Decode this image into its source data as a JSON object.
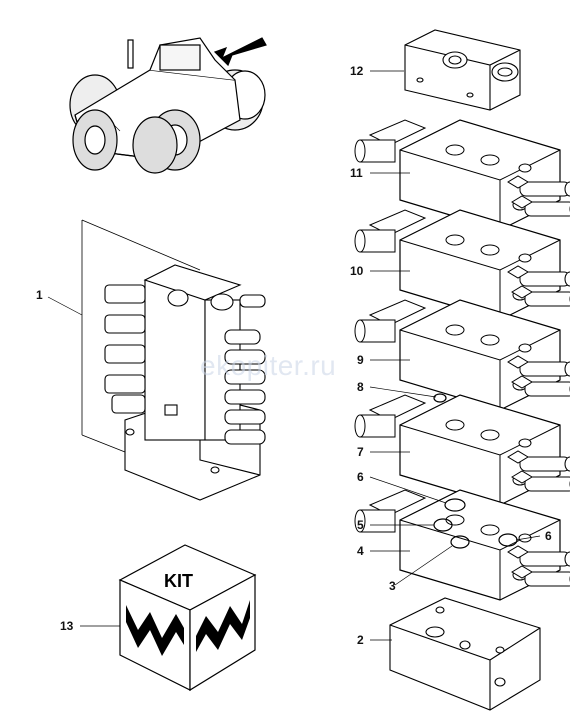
{
  "diagram": {
    "callouts": [
      {
        "id": "1",
        "label": "1"
      },
      {
        "id": "2",
        "label": "2"
      },
      {
        "id": "3",
        "label": "3"
      },
      {
        "id": "4",
        "label": "4"
      },
      {
        "id": "5",
        "label": "5"
      },
      {
        "id": "6a",
        "label": "6"
      },
      {
        "id": "6b",
        "label": "6"
      },
      {
        "id": "7",
        "label": "7"
      },
      {
        "id": "8",
        "label": "8"
      },
      {
        "id": "9",
        "label": "9"
      },
      {
        "id": "10",
        "label": "10"
      },
      {
        "id": "11",
        "label": "11"
      },
      {
        "id": "12",
        "label": "12"
      },
      {
        "id": "13",
        "label": "13"
      }
    ],
    "kit_label": "KIT",
    "watermark": "ekopiter.ru"
  }
}
